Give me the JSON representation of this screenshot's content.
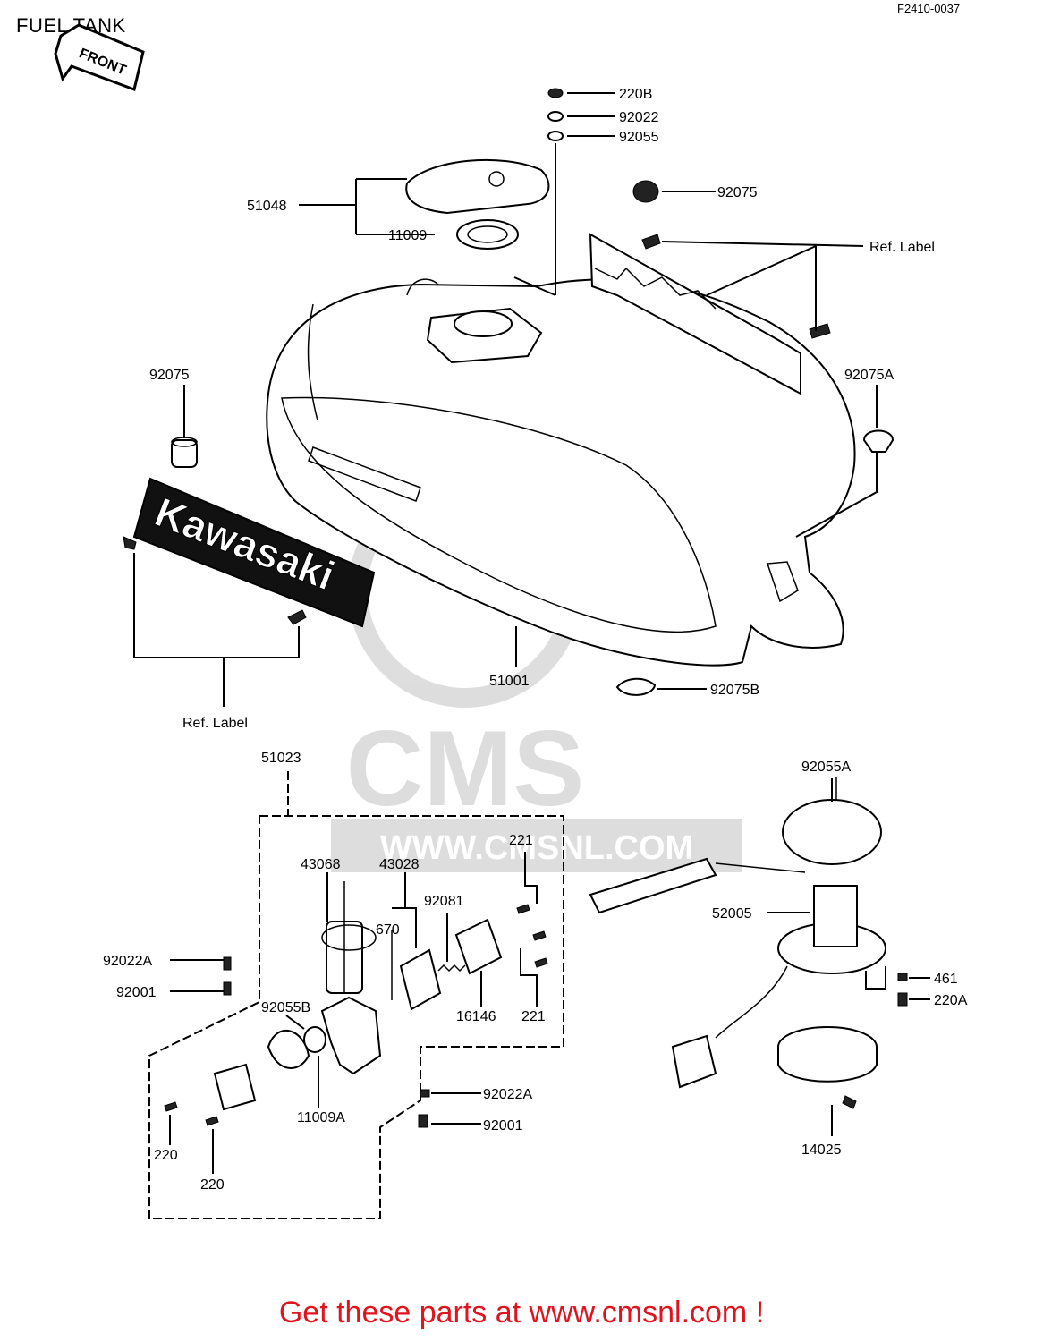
{
  "header": {
    "title": "FUEL TANK",
    "diagram_code": "F2410-0037",
    "front_arrow": "FRONT"
  },
  "brand_label": "Kawasaki",
  "watermark": {
    "logo": "CMS",
    "url": "WWW.CMSNL.COM"
  },
  "callouts": {
    "c220b": "220B",
    "c92022": "92022",
    "c92055": "92055",
    "c51048": "51048",
    "c11009": "11009",
    "c92075_top": "92075",
    "ref_label_right": "Ref.  Label",
    "c92075_left": "92075",
    "c92075a": "92075A",
    "c51001": "51001",
    "ref_label_left": "Ref.  Label",
    "c92075b": "92075B",
    "c51023": "51023",
    "c92055a": "92055A",
    "c221_top": "221",
    "c43068": "43068",
    "c43028": "43028",
    "c92081": "92081",
    "c670": "670",
    "c52005": "52005",
    "c92022a_left": "92022A",
    "c92001_left": "92001",
    "c461": "461",
    "c220a": "220A",
    "c92055b": "92055B",
    "c16146": "16146",
    "c221_bottom": "221",
    "c92022a_right": "92022A",
    "c11009a": "11009A",
    "c92001_right": "92001",
    "c220_a": "220",
    "c220_b": "220",
    "c14025": "14025"
  },
  "footer": {
    "cta": "Get these parts at www.cmsnl.com !"
  }
}
